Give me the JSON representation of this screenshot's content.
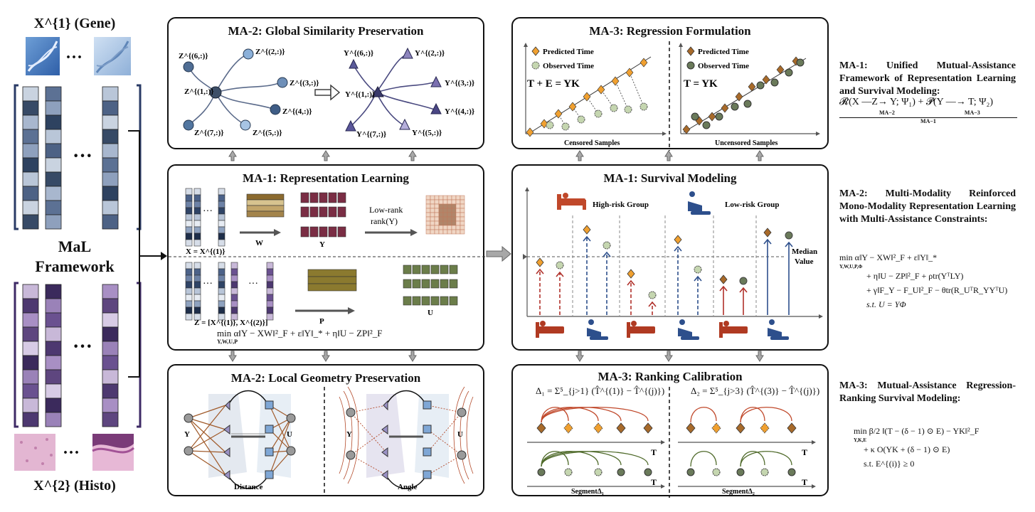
{
  "left": {
    "gene_label": "X^{1} (Gene)",
    "histo_label": "X^{2} (Histo)",
    "ellipsis": "···",
    "framework_title": "MaL",
    "framework_title_2": "Framework",
    "gene_colors": [
      "#c9d3e0",
      "#374a66",
      "#a8b7ce",
      "#5c7194",
      "#8ea0bd",
      "#2e4260",
      "#b9c6d8",
      "#4d6285"
    ],
    "histo_colors": [
      "#c8b8d8",
      "#4d3870",
      "#a88fc4",
      "#5e467f",
      "#d7cbe5",
      "#3b2a5c",
      "#9a82b8",
      "#6a5190"
    ]
  },
  "ma2_global": {
    "title": "MA-2: Global Similarity Preservation",
    "z_labels": [
      "Z^{(6,:)}",
      "Z^{(2,:)}",
      "Z^{(1,:)}",
      "Z^{(3,:)}",
      "Z^{(4,:)}",
      "Z^{(7,:)}",
      "Z^{(5,:)}"
    ],
    "y_labels": [
      "Y^{(6,:)}",
      "Y^{(2,:)}",
      "Y^{(1,:)}",
      "Y^{(3,:)}",
      "Y^{(4,:)}",
      "Y^{(7,:)}",
      "Y^{(5,:)}"
    ]
  },
  "ma1_rep": {
    "title": "MA-1: Representation Learning",
    "x_eq": "X = X^{(1)}",
    "w_label": "W",
    "y_label": "Y",
    "lowrank_1": "Low-rank",
    "lowrank_2": "rank(Y)",
    "z_eq": "Z = [X^{(1)}, X^{(2)}]",
    "p_label": "P",
    "u_label": "U",
    "objective": "min α‖Y − XW‖²_F + ε‖Y‖_* + η‖U − ZP‖²_F",
    "objective_sub": "Y,W,U,P"
  },
  "ma2_local": {
    "title": "MA-2: Local Geometry Preservation",
    "y_label": "Y",
    "u_label": "U",
    "distance_label": "Distance",
    "angle_label": "Angle"
  },
  "ma3_regression": {
    "title": "MA-3: Regression Formulation",
    "legend_predicted": "Predicted Time",
    "legend_observed": "Observed Time",
    "eq_censored": "T + E = YK",
    "eq_uncensored": "T = YK",
    "xlabel_censored": "Censored Samples",
    "xlabel_uncensored": "Uncensored Samples"
  },
  "ma1_survival": {
    "title": "MA-1: Survival Modeling",
    "high_risk": "High-risk Group",
    "low_risk": "Low-risk Group",
    "median_1": "Median",
    "median_2": "Value"
  },
  "ma3_ranking": {
    "title": "MA-3: Ranking Calibration",
    "delta1": "Δ₁ = Σ⁵_{j>1} (T̂^{(1)} − T̂^{(j)})",
    "delta2": "Δ₂ = Σ⁵_{j>3} (T̂^{(3)} − T̂^{(j)})",
    "t_label": "T",
    "segment1": "SegmentΔ₁",
    "segment2": "SegmentΔ₂"
  },
  "right": {
    "ma1_title": "MA-1: Unified Mutual-Assistance Framework of Representation Learning and Survival Modeling:",
    "ma1_eq": "𝓡(X —Z→ Y; Ψ₁) + 𝓟(Y —→ T; Ψ₂)",
    "ma1_eq_sub1": "MA−2",
    "ma1_eq_sub2": "MA−3",
    "ma1_eq_brace": "MA−1",
    "ma2_title": "MA-2: Multi-Modality Reinforced Mono-Modality Representation Learning with Multi-Assistance Constraints:",
    "ma2_eq1": "min α‖Y − XW‖²_F + ε‖Y‖_*",
    "ma2_eq1_sub": "Y,W,U,P,Φ",
    "ma2_eq2": "+ η‖U − ZP‖²_F + ρtr(YᵀLY)",
    "ma2_eq3": "+ γ‖F_Y − F_U‖²_F − θtr(R_UᵀR_YYᵀU)",
    "ma2_eq4": "s.t.  U = YΦ",
    "ma3_title": "MA-3: Mutual-Assistance Regression-Ranking Survival Modeling:",
    "ma3_eq1": "min β/2 ‖(T − (δ − 1) ⊙ E) − YK‖²_F",
    "ma3_eq1_sub": "Y,K,E",
    "ma3_eq2": "+ κ O(YK + (δ − 1) ⊙ E)",
    "ma3_eq3": "s.t.  E^{(i)} ≥ 0"
  }
}
